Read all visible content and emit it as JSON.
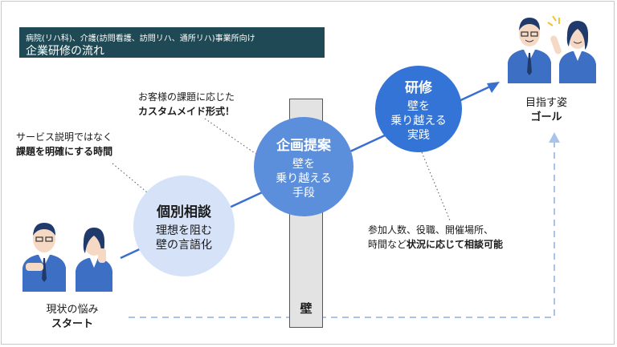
{
  "banner": {
    "subtitle": "病院(リハ科)、介護(訪問看護、訪問リハ、通所リハ)事業所向け",
    "title": "企業研修の流れ"
  },
  "steps": [
    {
      "title": "個別相談",
      "line1": "理想を阻む",
      "line2": "壁の言語化"
    },
    {
      "title": "企画提案",
      "line1": "壁を",
      "line2": "乗り越える",
      "line3": "手段"
    },
    {
      "title": "研修",
      "line1": "壁を",
      "line2": "乗り越える",
      "line3": "実践"
    }
  ],
  "wall": {
    "label": "壁"
  },
  "notes": {
    "consult": {
      "line1": "サービス説明ではなく",
      "line2": "課題を明確にする時間"
    },
    "proposal": {
      "line1": "お客様の課題に応じた",
      "line2": "カスタムメイド形式！"
    },
    "training": {
      "line1_pre": "参加人数、役職、開催場所、",
      "line2_pre": "時間など",
      "line2_bold": "状況に応じて相談可能"
    }
  },
  "start": {
    "label": "現状の悩み",
    "bold": "スタート"
  },
  "goal": {
    "label": "目指す姿",
    "bold": "ゴール"
  },
  "colors": {
    "banner": "#1f4a55",
    "step1": "#d6e2f7",
    "step2": "#5b8edb",
    "step3": "#3374d6",
    "arrow": "#3a6fd0",
    "dashed": "#a9c4ec"
  }
}
